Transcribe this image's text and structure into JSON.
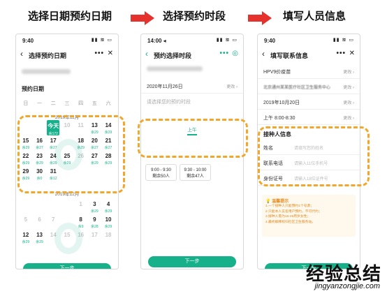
{
  "steps": {
    "s1": "选择日期预约日期",
    "s2": "选择预约时段",
    "s3": "填写人员信息"
  },
  "colors": {
    "accent": "#16b08a",
    "highlight": "#f0a72b",
    "arrow": "#e5322d"
  },
  "p1": {
    "time": "9:40",
    "status_icons": "▮▮ ≋ ▭",
    "title": "选择预约日期",
    "section": "预约日期",
    "weekdays": [
      "日",
      "一",
      "二",
      "三",
      "四",
      "五",
      "六"
    ],
    "month1": "2019年11月",
    "month2": "2019年12月",
    "rows1": [
      [
        {
          "d": "",
          "s": ""
        },
        {
          "d": "",
          "s": ""
        },
        {
          "d": "今天",
          "s": "余172",
          "cls": "today"
        },
        {
          "d": "10",
          "s": "",
          "cls": "dim"
        },
        {
          "d": "11",
          "s": "",
          "cls": "dim"
        },
        {
          "d": "13",
          "s": "余29"
        },
        {
          "d": "14",
          "s": "余29"
        }
      ],
      [
        {
          "d": "15",
          "s": "余29"
        },
        {
          "d": "16",
          "s": "余27"
        },
        {
          "d": "17",
          "s": "余27"
        },
        {
          "d": "",
          "s": "",
          "cls": "dim"
        },
        {
          "d": "18",
          "s": "余29"
        },
        {
          "d": "20",
          "s": "余27"
        },
        {
          "d": "21",
          "s": "余27"
        }
      ],
      [
        {
          "d": "22",
          "s": "余29"
        },
        {
          "d": "23",
          "s": "余29"
        },
        {
          "d": "24",
          "s": "余29"
        },
        {
          "d": "25",
          "s": "余29"
        },
        {
          "d": "26",
          "s": "",
          "cls": "dim"
        },
        {
          "d": "27",
          "s": "余29"
        },
        {
          "d": "28",
          "s": "余29"
        }
      ],
      [
        {
          "d": "29",
          "s": "余29"
        },
        {
          "d": "30",
          "s": "余0"
        },
        {
          "d": "31",
          "s": "余12"
        },
        {
          "d": "",
          "s": "",
          "cls": "empty"
        },
        {
          "d": "",
          "s": "",
          "cls": "empty"
        },
        {
          "d": "",
          "s": "",
          "cls": "empty"
        },
        {
          "d": "",
          "s": "",
          "cls": "empty"
        }
      ]
    ],
    "rows2": [
      [
        {
          "d": "",
          "s": "",
          "cls": "empty"
        },
        {
          "d": "",
          "s": "",
          "cls": "empty"
        },
        {
          "d": "",
          "s": "",
          "cls": "empty"
        },
        {
          "d": "",
          "s": "",
          "cls": "empty"
        },
        {
          "d": "1",
          "s": "",
          "cls": "dim"
        },
        {
          "d": "3",
          "s": "余29"
        },
        {
          "d": "4",
          "s": "余29"
        }
      ],
      [
        {
          "d": "5",
          "s": "",
          "cls": "dim"
        },
        {
          "d": "6",
          "s": "",
          "cls": "dim"
        },
        {
          "d": "7",
          "s": "",
          "cls": "dim"
        },
        {
          "d": "",
          "s": "",
          "cls": "empty"
        },
        {
          "d": "8",
          "s": "余9"
        },
        {
          "d": "9",
          "s": "余28"
        },
        {
          "d": "10",
          "s": "余29"
        }
      ],
      [
        {
          "d": "12",
          "s": "余29"
        },
        {
          "d": "13",
          "s": "余29"
        },
        {
          "d": "14",
          "s": "",
          "cls": "dim"
        },
        {
          "d": "15",
          "s": "",
          "cls": "dim"
        },
        {
          "d": "16",
          "s": "",
          "cls": "dim"
        },
        {
          "d": "17",
          "s": "",
          "cls": "dim"
        },
        {
          "d": "18",
          "s": "",
          "cls": "dim"
        }
      ]
    ],
    "next": "下一步"
  },
  "p2": {
    "time": "14:00 ◂",
    "status_icons": "▮▮ ≋ ▭",
    "title": "预约选择时段",
    "date": "2020年11月26日",
    "change": "更改 ›",
    "placeholder": "请选择您的预约时段",
    "tab": "上午",
    "slot1_time": "9:00 - 9:30",
    "slot1_left": "剩余50人",
    "slot2_time": "9:30 - 10:00",
    "slot2_left": "剩余47人",
    "next": "下一步"
  },
  "p3": {
    "time": "9:40",
    "status_icons": "▮▮ ≋ ▭",
    "title": "填写联系信息",
    "vaccine": "HPV9价疫苗",
    "clinic": "北京通州某某医疗社区卫生服务中心",
    "date": "2019年10月20日",
    "slot": "上午 8:00-8:30",
    "change": "更改 ›",
    "section": "接种人信息",
    "name_label": "姓名",
    "name_ph": "请填写您的姓名",
    "phone_label": "联系电话",
    "phone_ph": "请输入11位手机号",
    "id_label": "身份证号",
    "id_ph": "请输入18位证件号",
    "tips_title": "温馨提示",
    "tips": [
      "1.一个接种人只能预约1个号源；",
      "2.只能本人实名用户预约，不可代约；",
      "3.接种人需为16-26周岁女性；",
      "4.最终解释权归社区卫生服务站。"
    ],
    "next": "下一步"
  },
  "watermark": {
    "main": "经验总结",
    "sub": "jingyanzongjie.com"
  }
}
